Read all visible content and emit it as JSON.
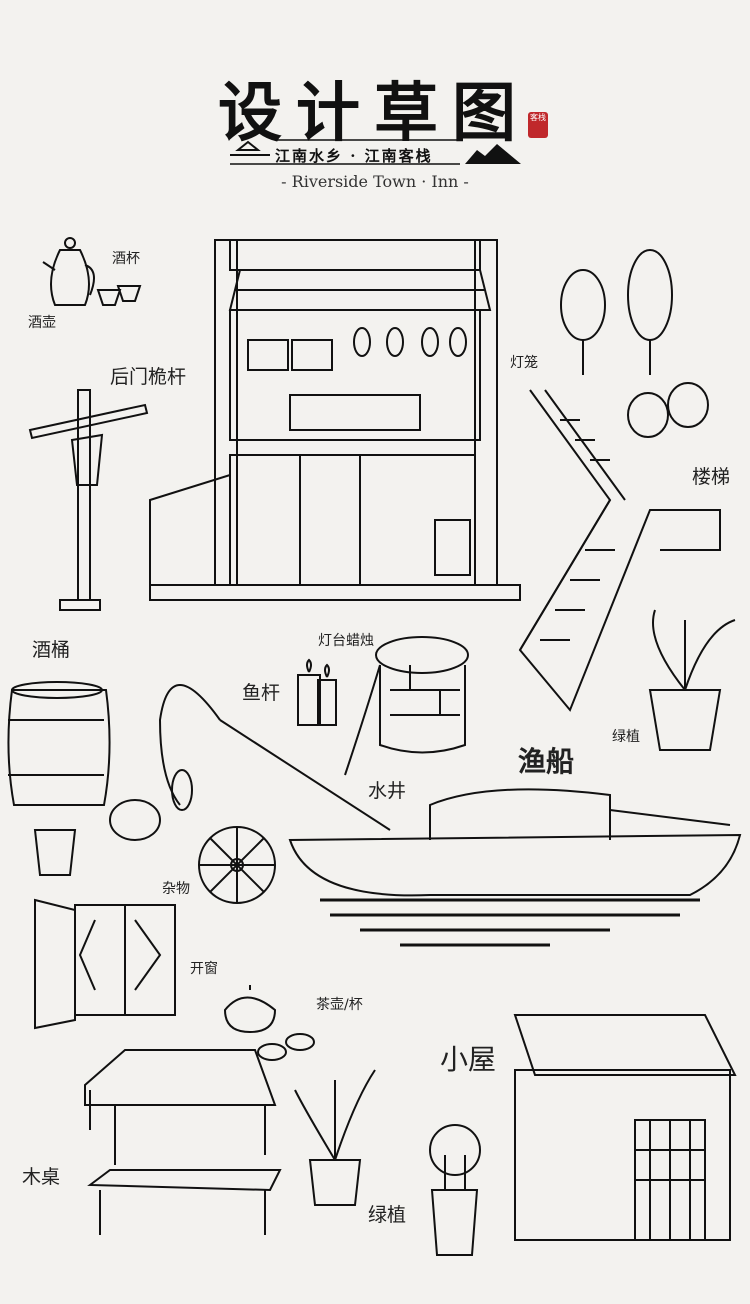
{
  "header": {
    "title": "设计草图",
    "seal": "客栈",
    "subtitle": "江南水乡 · 江南客栈",
    "english": "- Riverside Town · Inn -"
  },
  "labels": {
    "wine_cup": "酒杯",
    "wine_pot": "酒壶",
    "mast": "后门桅杆",
    "lantern": "灯笼",
    "stairs": "楼梯",
    "barrel": "酒桶",
    "candle": "灯台蜡烛",
    "rod": "鱼杆",
    "well": "水井",
    "boat": "渔船",
    "plant1": "绿植",
    "misc": "杂物",
    "window": "开窗",
    "tea": "茶壶/杯",
    "hut": "小屋",
    "table": "木桌",
    "plant2": "绿植"
  },
  "colors": {
    "paper": "#f3f2ef",
    "ink": "#111111",
    "seal": "#c0282b"
  }
}
